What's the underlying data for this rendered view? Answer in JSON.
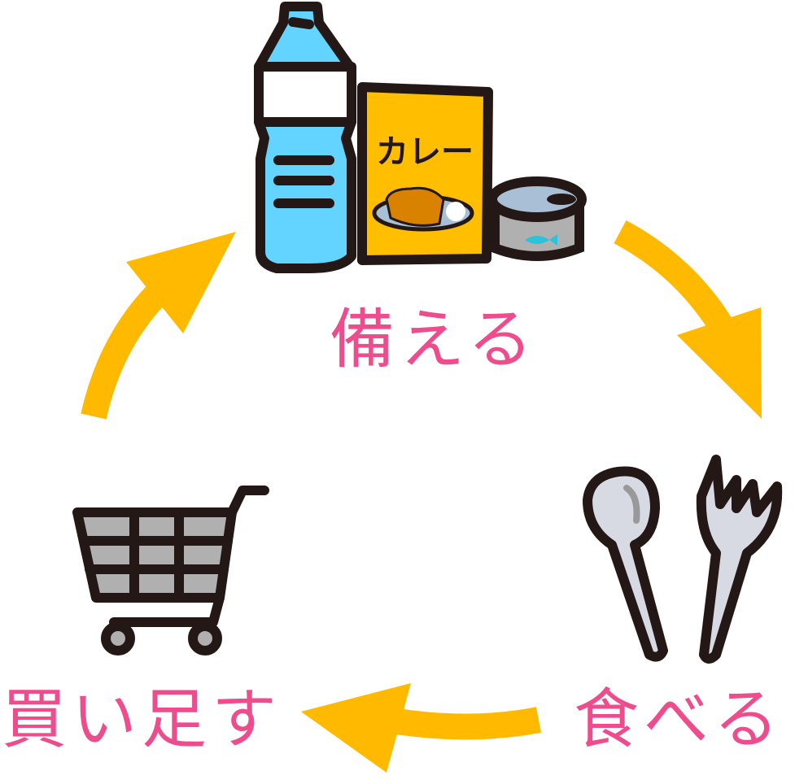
{
  "labels": {
    "prepare": "備える",
    "eat": "食べる",
    "restock": "買い足す",
    "package_text": "カレー"
  },
  "colors": {
    "arrow": "#FFBA00",
    "label": "#EE4C8C",
    "water": "#63D3FF",
    "outline": "#231815",
    "package": "#FFBE00",
    "can": "#B0B0B0",
    "cutlery": "#D8DAE3"
  }
}
